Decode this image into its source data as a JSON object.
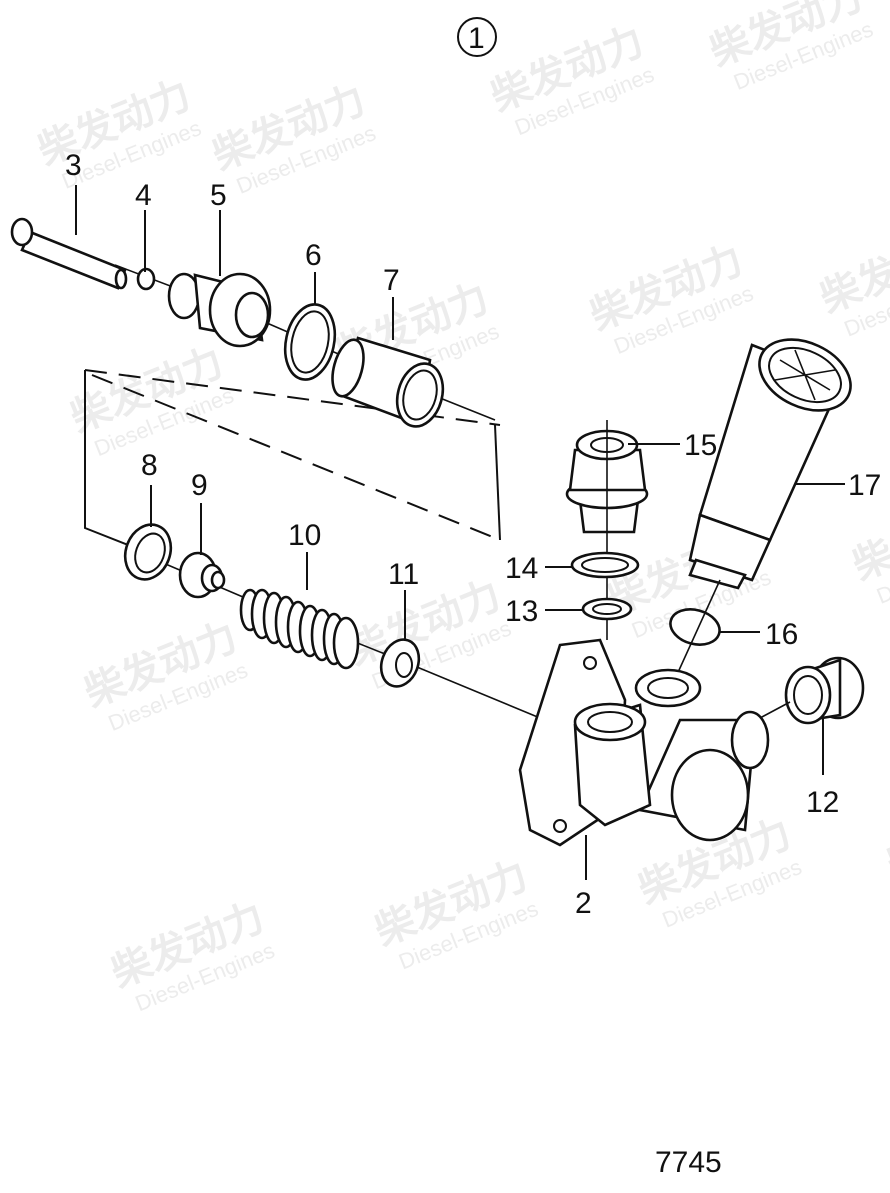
{
  "diagram": {
    "type": "exploded-parts-diagram",
    "group_marker": "1",
    "drawing_number": "7745",
    "watermark": {
      "cn": "柴发动力",
      "en": "Diesel-Engines"
    },
    "parts": [
      {
        "ref": "2",
        "name": "pump-housing"
      },
      {
        "ref": "3",
        "name": "pin"
      },
      {
        "ref": "4",
        "name": "washer"
      },
      {
        "ref": "5",
        "name": "threaded-plug"
      },
      {
        "ref": "6",
        "name": "o-ring"
      },
      {
        "ref": "7",
        "name": "sleeve"
      },
      {
        "ref": "8",
        "name": "seal"
      },
      {
        "ref": "9",
        "name": "valve"
      },
      {
        "ref": "10",
        "name": "spring"
      },
      {
        "ref": "11",
        "name": "washer"
      },
      {
        "ref": "12",
        "name": "plug"
      },
      {
        "ref": "13",
        "name": "seal-ring"
      },
      {
        "ref": "14",
        "name": "seal-ring"
      },
      {
        "ref": "15",
        "name": "banjo-nipple"
      },
      {
        "ref": "16",
        "name": "seal-ring"
      },
      {
        "ref": "17",
        "name": "hand-primer"
      }
    ],
    "labels": {
      "l2": "2",
      "l3": "3",
      "l4": "4",
      "l5": "5",
      "l6": "6",
      "l7": "7",
      "l8": "8",
      "l9": "9",
      "l10": "10",
      "l11": "11",
      "l12": "12",
      "l13": "13",
      "l14": "14",
      "l15": "15",
      "l16": "16",
      "l17": "17"
    }
  }
}
